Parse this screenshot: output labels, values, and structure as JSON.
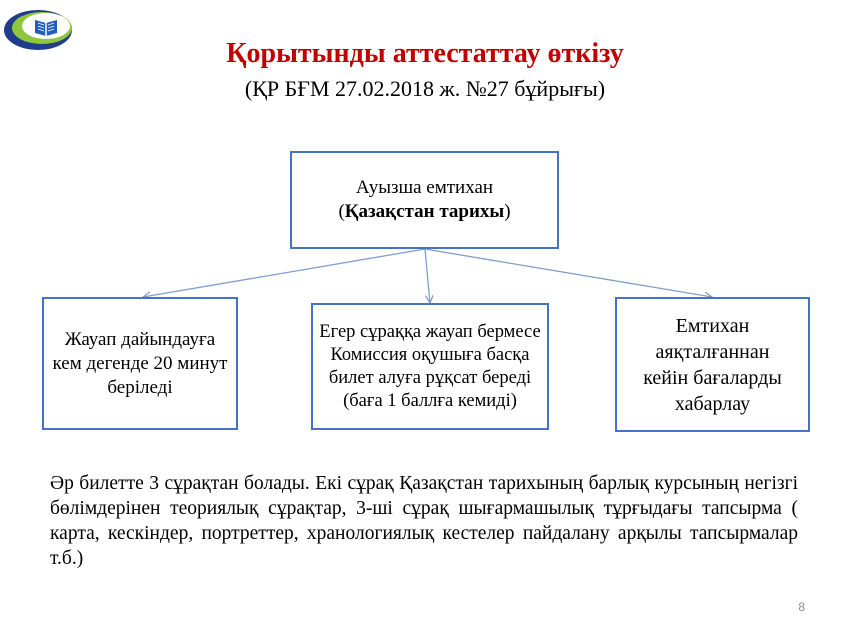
{
  "slide": {
    "title": "Қорытынды аттестаттау өткізу",
    "subtitle": "(ҚР БҒМ 27.02.2018 ж. №27 бұйрығы)",
    "page_number": "8"
  },
  "diagram": {
    "top_box": {
      "line1": "Ауызша емтихан",
      "paren_open": "(",
      "line2_bold": "Қазақстан тарихы",
      "paren_close": ")"
    },
    "children": [
      {
        "text": "Жауап дайындауға кем дегенде 20 минут беріледі"
      },
      {
        "text": "Егер сұраққа жауап бермесе Комиссия оқушыға басқа билет алуға рұқсат береді (баға 1 баллға кемиді)"
      },
      {
        "text": "Емтихан аяқталғаннан кейін бағаларды хабарлау"
      }
    ]
  },
  "note": {
    "text": "Әр билетте 3 сұрақтан болады. Екі сұрақ Қазақстан тарихының барлық курсының негізгі бөлімдерінен теориялық сұрақтар, 3-ші сұрақ шығармашылық тұрғыдағы тапсырма ( карта, кескіндер, портреттер, хранологиялық кестелер пайдалану арқылы тапсырмалар т.б.)"
  },
  "colors": {
    "title": "#c00000",
    "box_border": "#4472c4",
    "connector": "#7f9fcf"
  },
  "icons": [
    "book-logo-icon"
  ]
}
